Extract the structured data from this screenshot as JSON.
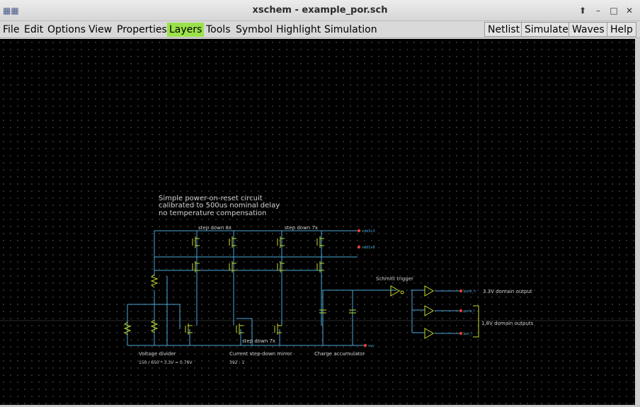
{
  "window": {
    "title": "xschem - example_por.sch",
    "app_icon": "xschem-app-icon",
    "controls": [
      "collapse-icon",
      "minimize-icon",
      "maximize-icon",
      "close-icon"
    ]
  },
  "menu": {
    "items": [
      "File",
      "Edit",
      "Options",
      "View",
      "Properties",
      "Layers",
      "Tools",
      "Symbol",
      "Highlight",
      "Simulation"
    ],
    "active": "Layers",
    "highlight_color": "#9be24a"
  },
  "toolbar": {
    "netlist": "Netlist",
    "simulate": "Simulate",
    "waves": "Waves",
    "help": "Help"
  },
  "schematic": {
    "description": [
      "Simple power-on-reset circuit",
      "calibrated to 500us nominal delay",
      "no temperature compensation"
    ],
    "labels": {
      "step_down_8x": "step down 8x",
      "step_down_7x_top": "step down 7x",
      "step_down_7x_bottom": "step down 7x",
      "schmitt": "Schmitt trigger",
      "out33": "3.3V domain output",
      "out18": "1.8V domain outputs",
      "voltage_divider": "Voltage divider",
      "divider_formula": "150 / 650 * 3.3V = 0.76V",
      "mirror": "Current step-down mirror",
      "mirror_ratio": "392 : 1",
      "charge": "Charge accumulator"
    },
    "pins": {
      "vdd3v3": "vdd3v3",
      "vdd1v8": "vdd1v8",
      "vss": "vss",
      "porb_h": "porb_h",
      "porb_l": "porb_l",
      "por_l": "por_l"
    },
    "colors": {
      "wire": "#4aa8d8",
      "device": "#c8d82a",
      "text": "#d0d0d0",
      "pin": "#e04030"
    }
  }
}
